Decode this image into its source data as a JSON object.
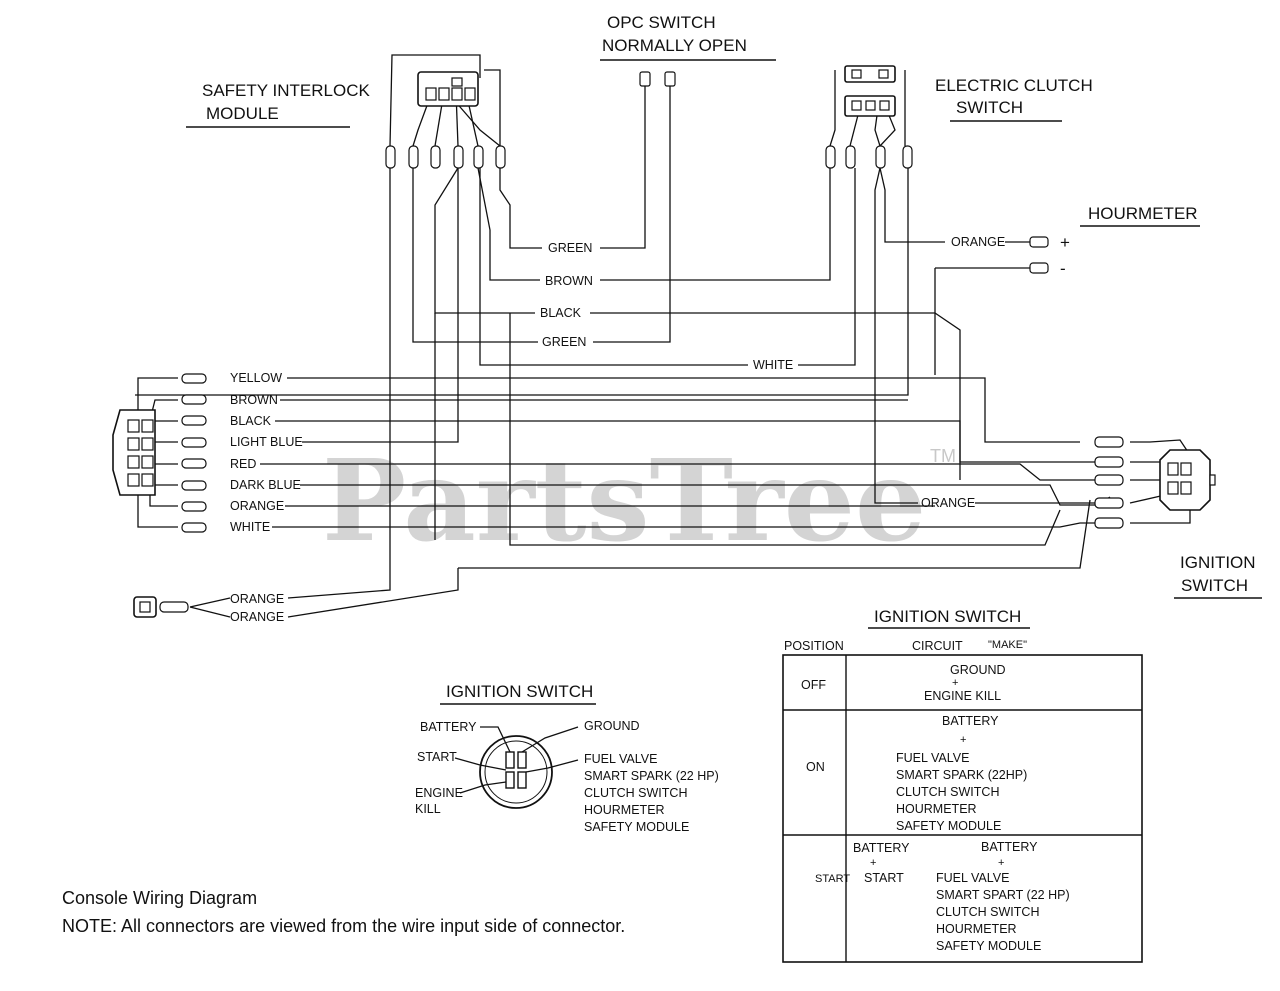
{
  "watermark": {
    "text": "PartsTree",
    "tm": "TM"
  },
  "components": {
    "opc_switch": {
      "line1": "OPC SWITCH",
      "line2": "NORMALLY OPEN"
    },
    "safety_module": {
      "line1": "SAFETY INTERLOCK",
      "line2": "MODULE"
    },
    "clutch_switch": {
      "line1": "ELECTRIC CLUTCH",
      "line2": "SWITCH"
    },
    "hourmeter": {
      "title": "HOURMETER",
      "plus": "+",
      "minus": "-"
    },
    "ignition_switch": {
      "line1": "IGNITION",
      "line2": "SWITCH"
    }
  },
  "wire_labels": {
    "green_top": "GREEN",
    "brown_top": "BROWN",
    "black_mid": "BLACK",
    "green_mid": "GREEN",
    "white_mid": "WHITE",
    "orange_hour": "ORANGE",
    "orange_ign": "ORANGE"
  },
  "harness_wires": [
    "YELLOW",
    "BROWN",
    "BLACK",
    "LIGHT BLUE",
    "RED",
    "DARK BLUE",
    "ORANGE",
    "WHITE"
  ],
  "bottom_wires": [
    "ORANGE",
    "ORANGE"
  ],
  "switch_diagram": {
    "title": "IGNITION SWITCH",
    "battery": "BATTERY",
    "start": "START",
    "engine": "ENGINE",
    "kill": "KILL",
    "ground": "GROUND",
    "right_items": [
      "FUEL VALVE",
      "SMART SPARK (22 HP)",
      "CLUTCH SWITCH",
      "HOURMETER",
      "SAFETY MODULE"
    ]
  },
  "switch_table": {
    "title": "IGNITION SWITCH",
    "col_position": "POSITION",
    "col_circuit": "CIRCUIT",
    "col_make": "\"MAKE\"",
    "off": {
      "label": "OFF",
      "l1": "GROUND",
      "plus": "+",
      "l2": "ENGINE KILL"
    },
    "on": {
      "label": "ON",
      "head": "BATTERY",
      "plus": "+",
      "items": [
        "FUEL VALVE",
        "SMART SPARK (22HP)",
        "CLUTCH SWITCH",
        "HOURMETER",
        "SAFETY MODULE"
      ]
    },
    "start": {
      "label": "START",
      "left_head": "BATTERY",
      "left_plus": "+",
      "left_start": "START",
      "right_head": "BATTERY",
      "right_plus": "+",
      "items": [
        "FUEL VALVE",
        "SMART SPART (22 HP)",
        "CLUTCH SWITCH",
        "HOURMETER",
        "SAFETY MODULE"
      ]
    }
  },
  "footer": {
    "title": "Console Wiring Diagram",
    "note": "NOTE: All connectors are viewed from the wire input side of connector."
  }
}
